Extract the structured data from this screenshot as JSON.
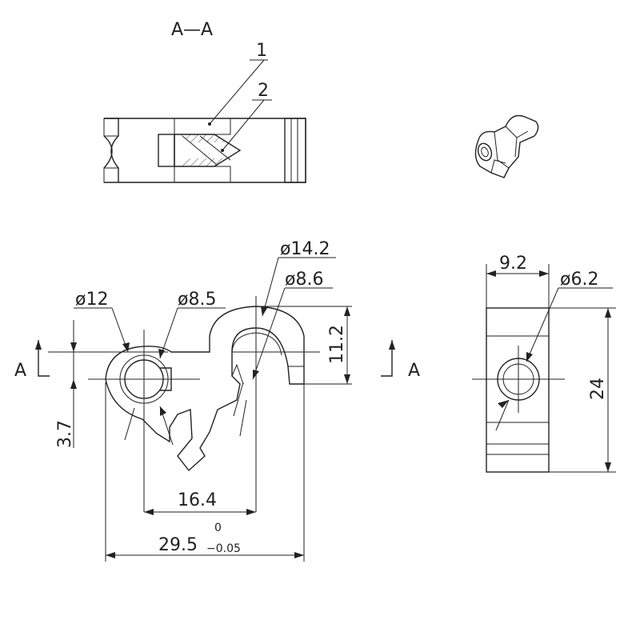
{
  "section_title": "A—A",
  "callouts": {
    "part1": "1",
    "part2": "2"
  },
  "section_markers": {
    "left": "A",
    "right": "A"
  },
  "front_view": {
    "dia_12": "ø12",
    "dia_8_5": "ø8.5",
    "dia_14_2": "ø14.2",
    "dia_8_6": "ø8.6",
    "dim_11_2": "11.2",
    "dim_3_7": "3.7",
    "dim_16_4": "16.4",
    "dim_29_5_base": "29.5",
    "tol_upper": "0",
    "tol_lower": "−0.05"
  },
  "side_view": {
    "dim_9_2": "9.2",
    "dia_6_2": "ø6.2",
    "dim_24": "24"
  }
}
